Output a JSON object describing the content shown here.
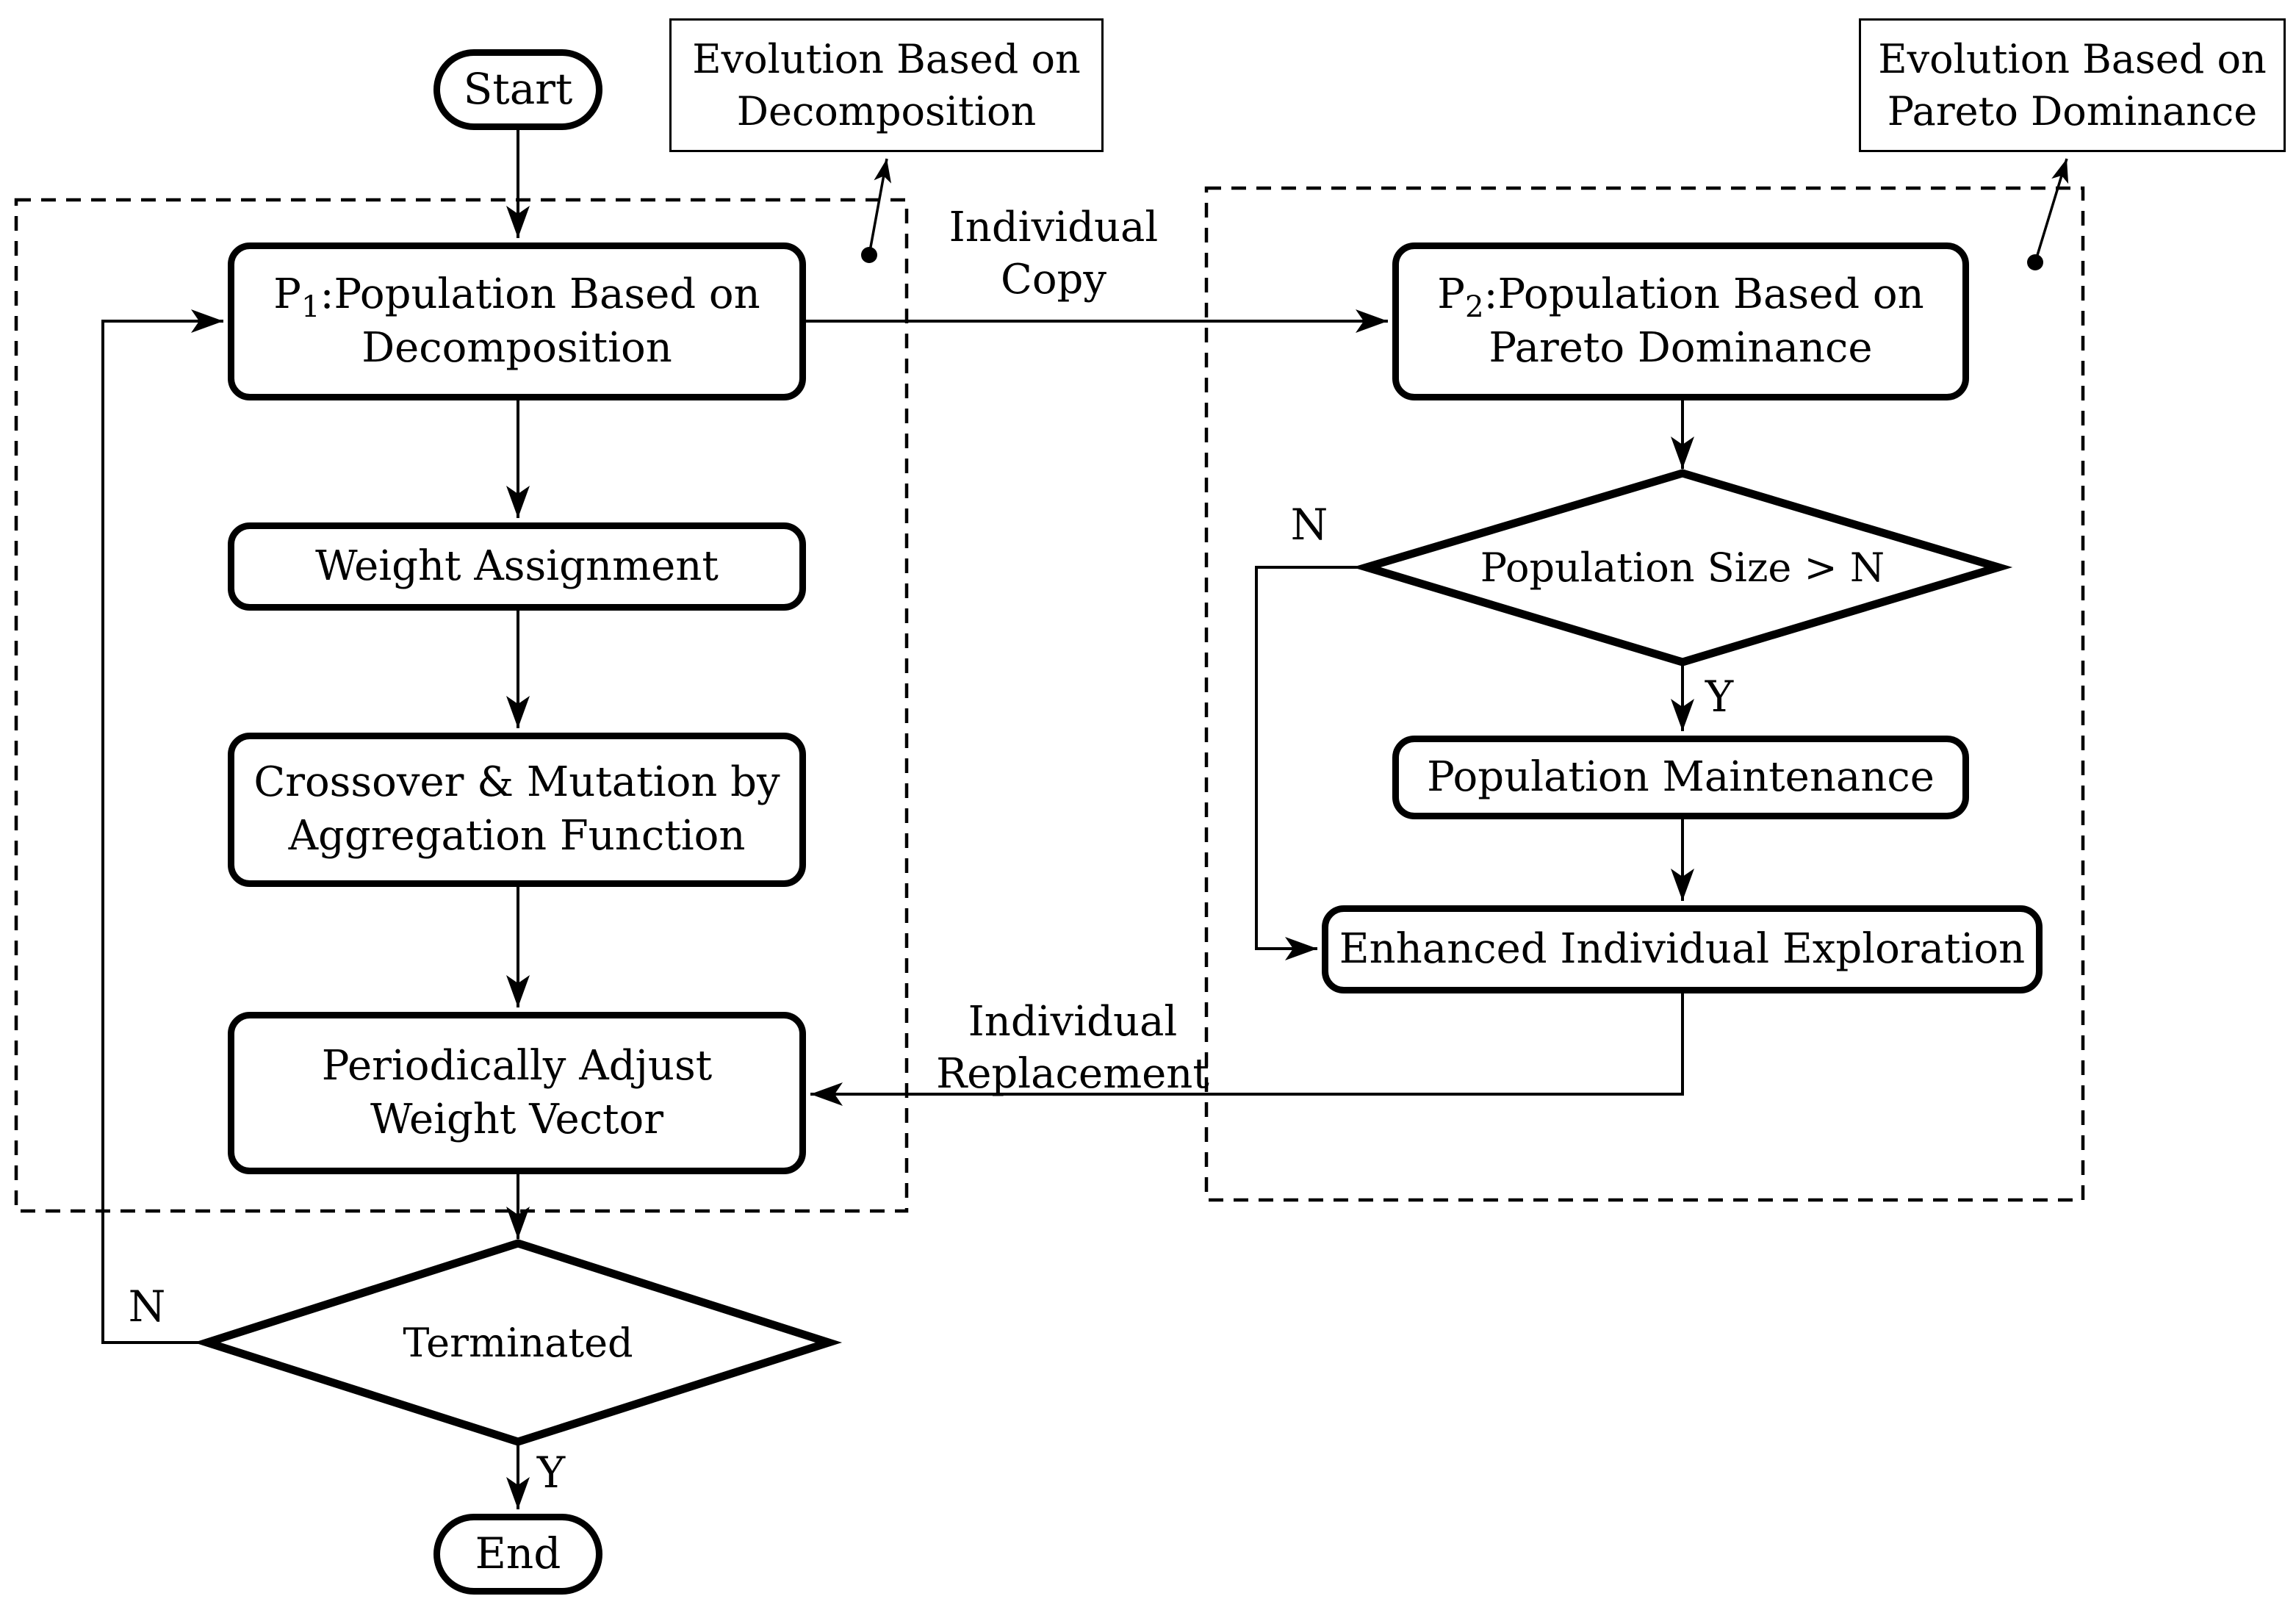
{
  "figure": {
    "background": "#ffffff",
    "line_color": "#000000",
    "regions": {
      "decomposition": {
        "title_line1": "Evolution Based on",
        "title_line2": "Decomposition"
      },
      "pareto": {
        "title_line1": "Evolution Based on",
        "title_line2": "Pareto Dominance"
      }
    }
  },
  "nodes": {
    "start": {
      "label": "Start"
    },
    "p1": {
      "prefix": "P",
      "sub": "1",
      "suffix": ":Population Based on",
      "line2": "Decomposition"
    },
    "weight": {
      "label": "Weight Assignment"
    },
    "crossover": {
      "line1": "Crossover & Mutation by",
      "line2": "Aggregation Function"
    },
    "adjust": {
      "line1": "Periodically Adjust",
      "line2": "Weight Vector"
    },
    "terminated": {
      "label": "Terminated"
    },
    "end": {
      "label": "End"
    },
    "p2": {
      "prefix": "P",
      "sub": "2",
      "suffix": ":Population Based on",
      "line2": "Pareto Dominance"
    },
    "popsize": {
      "label": "Population Size > N"
    },
    "maintenance": {
      "label": "Population Maintenance"
    },
    "enhanced": {
      "label": "Enhanced Individual Exploration"
    }
  },
  "edge_labels": {
    "individual_copy": {
      "line1": "Individual",
      "line2": "Copy"
    },
    "individual_replacement": {
      "line1": "Individual",
      "line2": "Replacement"
    },
    "terminated_no": "N",
    "terminated_yes": "Y",
    "popsize_no": "N",
    "popsize_yes": "Y"
  }
}
